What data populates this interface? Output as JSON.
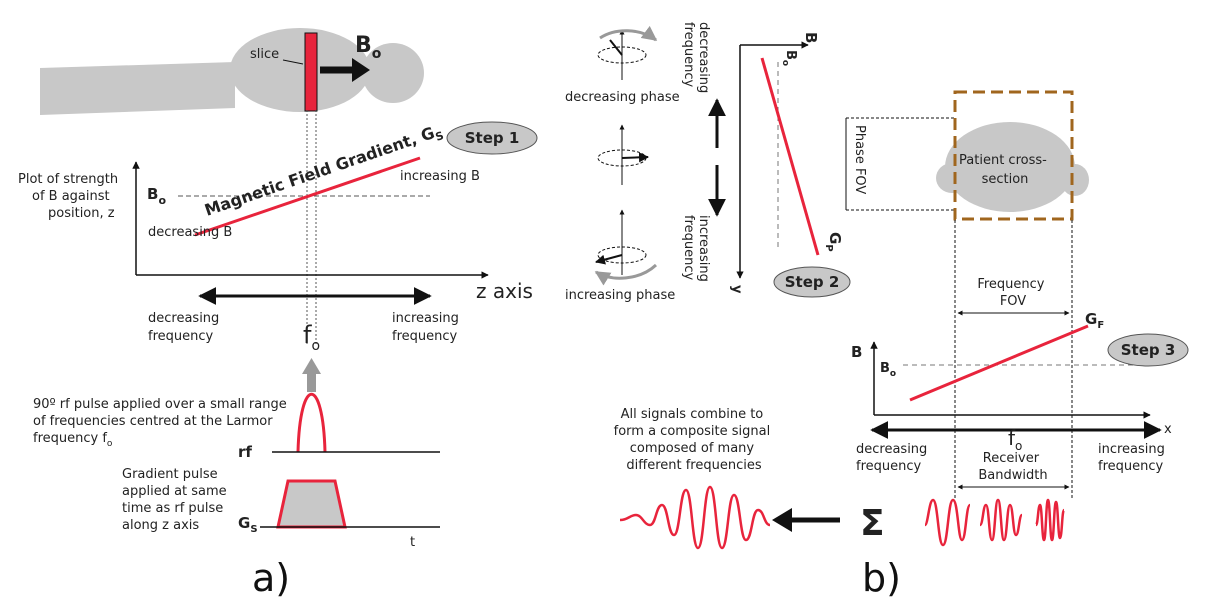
{
  "panel_a": {
    "slice_label": "slice",
    "bo_label": "B",
    "bo_sub": "o",
    "step_label": "Step 1",
    "gradient_label": "Magnetic Field Gradient, G",
    "gradient_sub": "S",
    "plot_label_lines": [
      "Plot of strength",
      "of B against",
      "position, z"
    ],
    "increasing_b": "increasing B",
    "decreasing_b": "decreasing B",
    "z_axis": "z axis",
    "dec_freq_lines": [
      "decreasing",
      "frequency"
    ],
    "inc_freq_lines": [
      "increasing",
      "frequency"
    ],
    "fo_label": "f",
    "fo_sub": "o",
    "rf_pulse_lines": [
      "90º rf pulse applied over a small range",
      "of frequencies centred at the Larmor",
      "frequency f"
    ],
    "rf_pulse_sub": "o",
    "rf_label": "rf",
    "grad_pulse_lines": [
      "Gradient pulse",
      "applied at same",
      "time as rf pulse",
      "along z axis"
    ],
    "gs_label": "G",
    "gs_sub": "S",
    "t_label": "t",
    "caption": "a)"
  },
  "panel_b": {
    "decreasing_phase": "decreasing phase",
    "increasing_phase": "increasing phase",
    "decreasing_frequency_lines": [
      "decreasing",
      "frequency"
    ],
    "increasing_frequency_lines": [
      "increasing",
      "frequency"
    ],
    "b_axis": "B",
    "bo_label": "B",
    "bo_sub": "o",
    "y_axis": "y",
    "gp_label": "G",
    "gp_sub": "P",
    "step2_label": "Step 2",
    "phase_fov": "Phase FOV",
    "patient_lines": [
      "Patient cross-",
      "section"
    ],
    "freq_fov_lines": [
      "Frequency",
      "FOV"
    ],
    "gf_label": "G",
    "gf_sub": "F",
    "step3_label": "Step 3",
    "b_axis2": "B",
    "bo2_label": "B",
    "bo2_sub": "o",
    "x_axis": "x",
    "fo_label": "f",
    "fo_sub": "o",
    "dec_freq_lines": [
      "decreasing",
      "frequency"
    ],
    "inc_freq_lines": [
      "increasing",
      "frequency"
    ],
    "receiver_lines": [
      "Receiver",
      "Bandwidth"
    ],
    "signals_lines": [
      "All signals combine to",
      "form a composite signal",
      "composed of many",
      "different frequencies"
    ],
    "sigma": "Σ",
    "caption": "b)"
  },
  "colors": {
    "red": "#e8243c",
    "gray": "#c8c8c8",
    "brown": "#a0661e",
    "black": "#111111"
  }
}
